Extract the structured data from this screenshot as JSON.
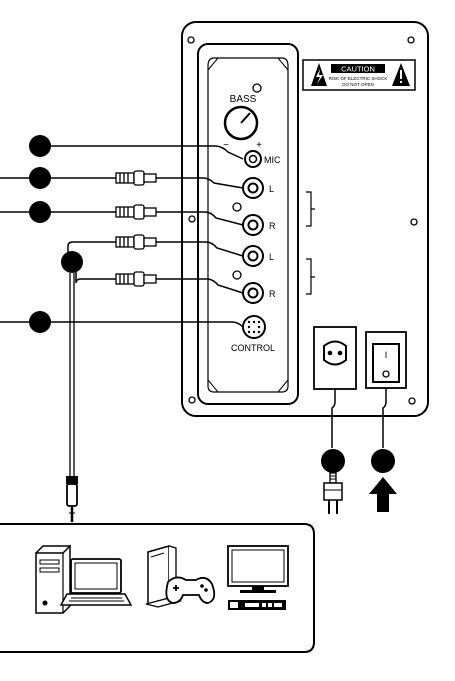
{
  "panel": {
    "bass_label": "BASS",
    "minus_sign": "−",
    "plus_sign": "+",
    "mic_label": "MIC",
    "input_a_left": "L",
    "input_a_right": "R",
    "input_b_left": "L",
    "input_b_right": "R",
    "control_label": "CONTROL",
    "caution_title": "CAUTION",
    "caution_line1": "RISK OF ELECTRIC SHOCK",
    "caution_line2": "DO NOT OPEN",
    "power_switch_mark": "I"
  },
  "colors": {
    "line": "#000000",
    "panel_fill": "#ffffff",
    "dot_fill": "#000000"
  },
  "icons": [
    "warning-triangle-icon",
    "power-plug-icon",
    "arrow-up-icon",
    "desktop-pc-icon",
    "laptop-icon",
    "game-console-icon",
    "gamepad-icon",
    "tv-icon",
    "dvd-player-icon"
  ]
}
